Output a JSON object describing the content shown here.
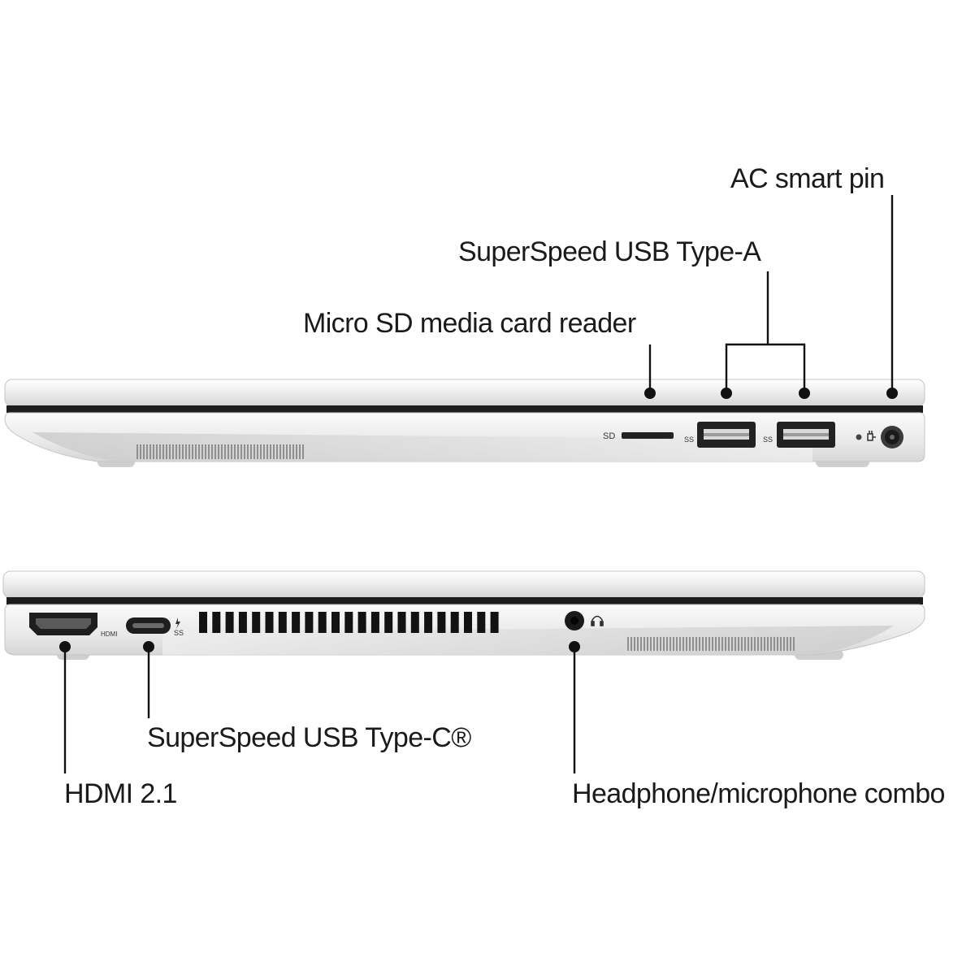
{
  "labels": {
    "ac_smart_pin": "AC smart pin",
    "usb_type_a": "SuperSpeed USB Type-A",
    "micro_sd": "Micro SD media card reader",
    "usb_type_c": "SuperSpeed USB Type-C®",
    "hdmi": "HDMI 2.1",
    "headphone": "Headphone/microphone combo"
  },
  "port_markings": {
    "sd": "SD",
    "ss_usb": "SS",
    "hdmi": "HDMI"
  },
  "colors": {
    "chassis_light": "#f2f2f2",
    "chassis_mid": "#d9d9d9",
    "chassis_dark": "#b5b5b5",
    "seam": "#1c1c1c",
    "callout": "#111111"
  }
}
